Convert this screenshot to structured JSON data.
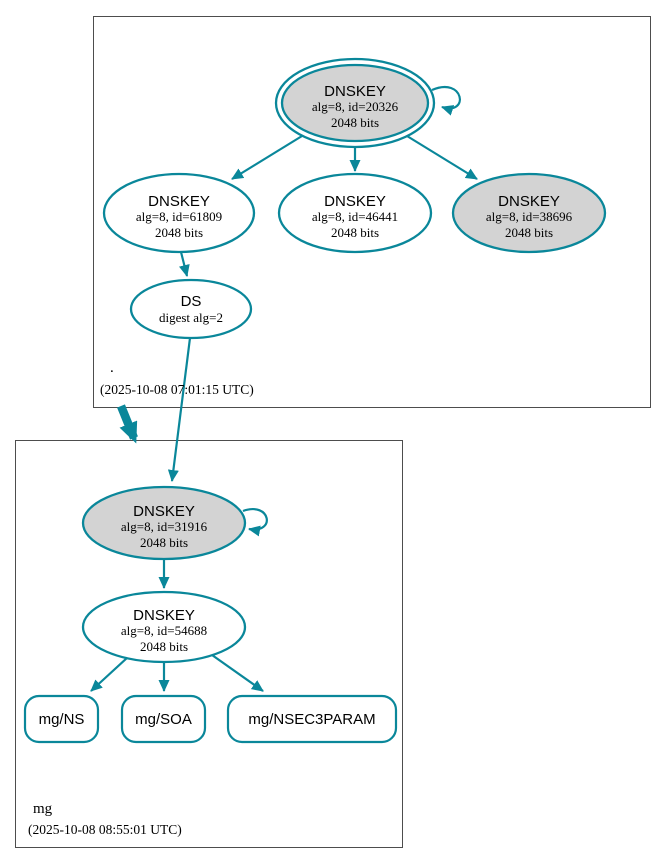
{
  "diagram_type": "dnssec-authentication-chain",
  "colors": {
    "secure_line": "#0a879a",
    "sep_key_fill": "#d3d3d3",
    "node_fill": "#ffffff",
    "cluster_border": "#4d4d4d",
    "text": "#000000"
  },
  "zones": [
    {
      "name": ".",
      "timestamp": "(2025-10-08 07:01:15 UTC)",
      "nodes": [
        {
          "label": "DNSKEY",
          "detail": "alg=8, id=20326",
          "size": "2048 bits"
        },
        {
          "label": "DNSKEY",
          "detail": "alg=8, id=61809",
          "size": "2048 bits"
        },
        {
          "label": "DNSKEY",
          "detail": "alg=8, id=46441",
          "size": "2048 bits"
        },
        {
          "label": "DNSKEY",
          "detail": "alg=8, id=38696",
          "size": "2048 bits"
        },
        {
          "label": "DS",
          "detail": "digest alg=2"
        }
      ]
    },
    {
      "name": "mg",
      "timestamp": "(2025-10-08 08:55:01 UTC)",
      "nodes": [
        {
          "label": "DNSKEY",
          "detail": "alg=8, id=31916",
          "size": "2048 bits"
        },
        {
          "label": "DNSKEY",
          "detail": "alg=8, id=54688",
          "size": "2048 bits"
        },
        {
          "label": "mg/NS"
        },
        {
          "label": "mg/SOA"
        },
        {
          "label": "mg/NSEC3PARAM"
        }
      ]
    }
  ]
}
